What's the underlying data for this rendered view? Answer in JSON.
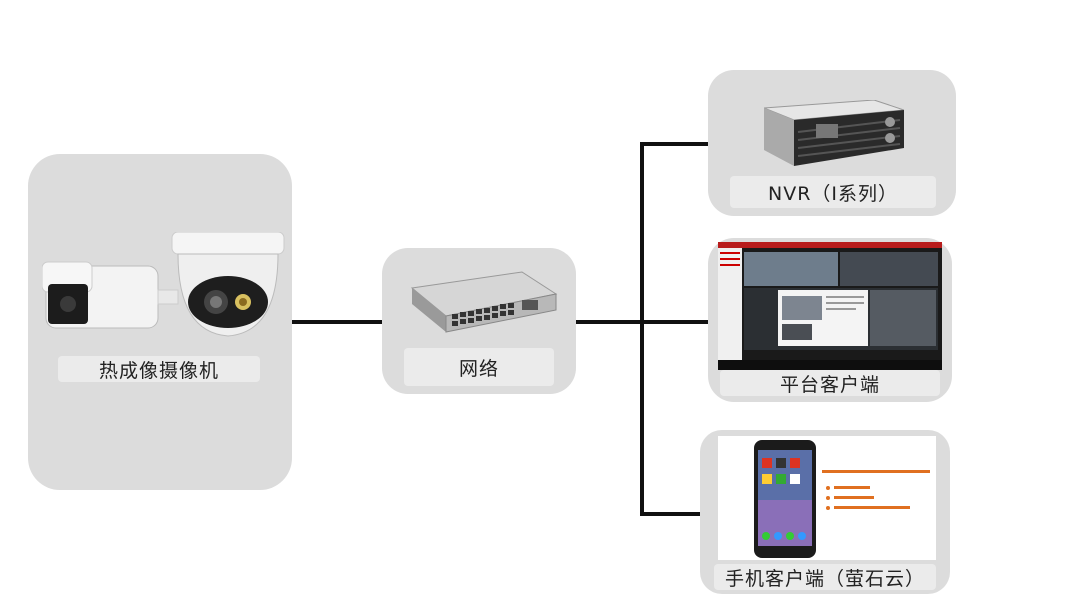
{
  "nodes": {
    "camera": {
      "label": "热成像摄像机",
      "icon": "thermal-camera-icon"
    },
    "network": {
      "label": "网络",
      "icon": "network-switch-icon"
    },
    "nvr": {
      "label": "NVR（I系列）",
      "icon": "nvr-recorder-icon"
    },
    "platform": {
      "label": "平台客户端",
      "icon": "platform-client-screen-icon"
    },
    "mobile": {
      "label": "手机客户端（萤石云）",
      "icon": "mobile-phone-icon"
    }
  },
  "colors": {
    "card": "#dcdcdc",
    "label_bg": "#ebebeb",
    "wire": "#111111",
    "accent": "#e07020"
  }
}
